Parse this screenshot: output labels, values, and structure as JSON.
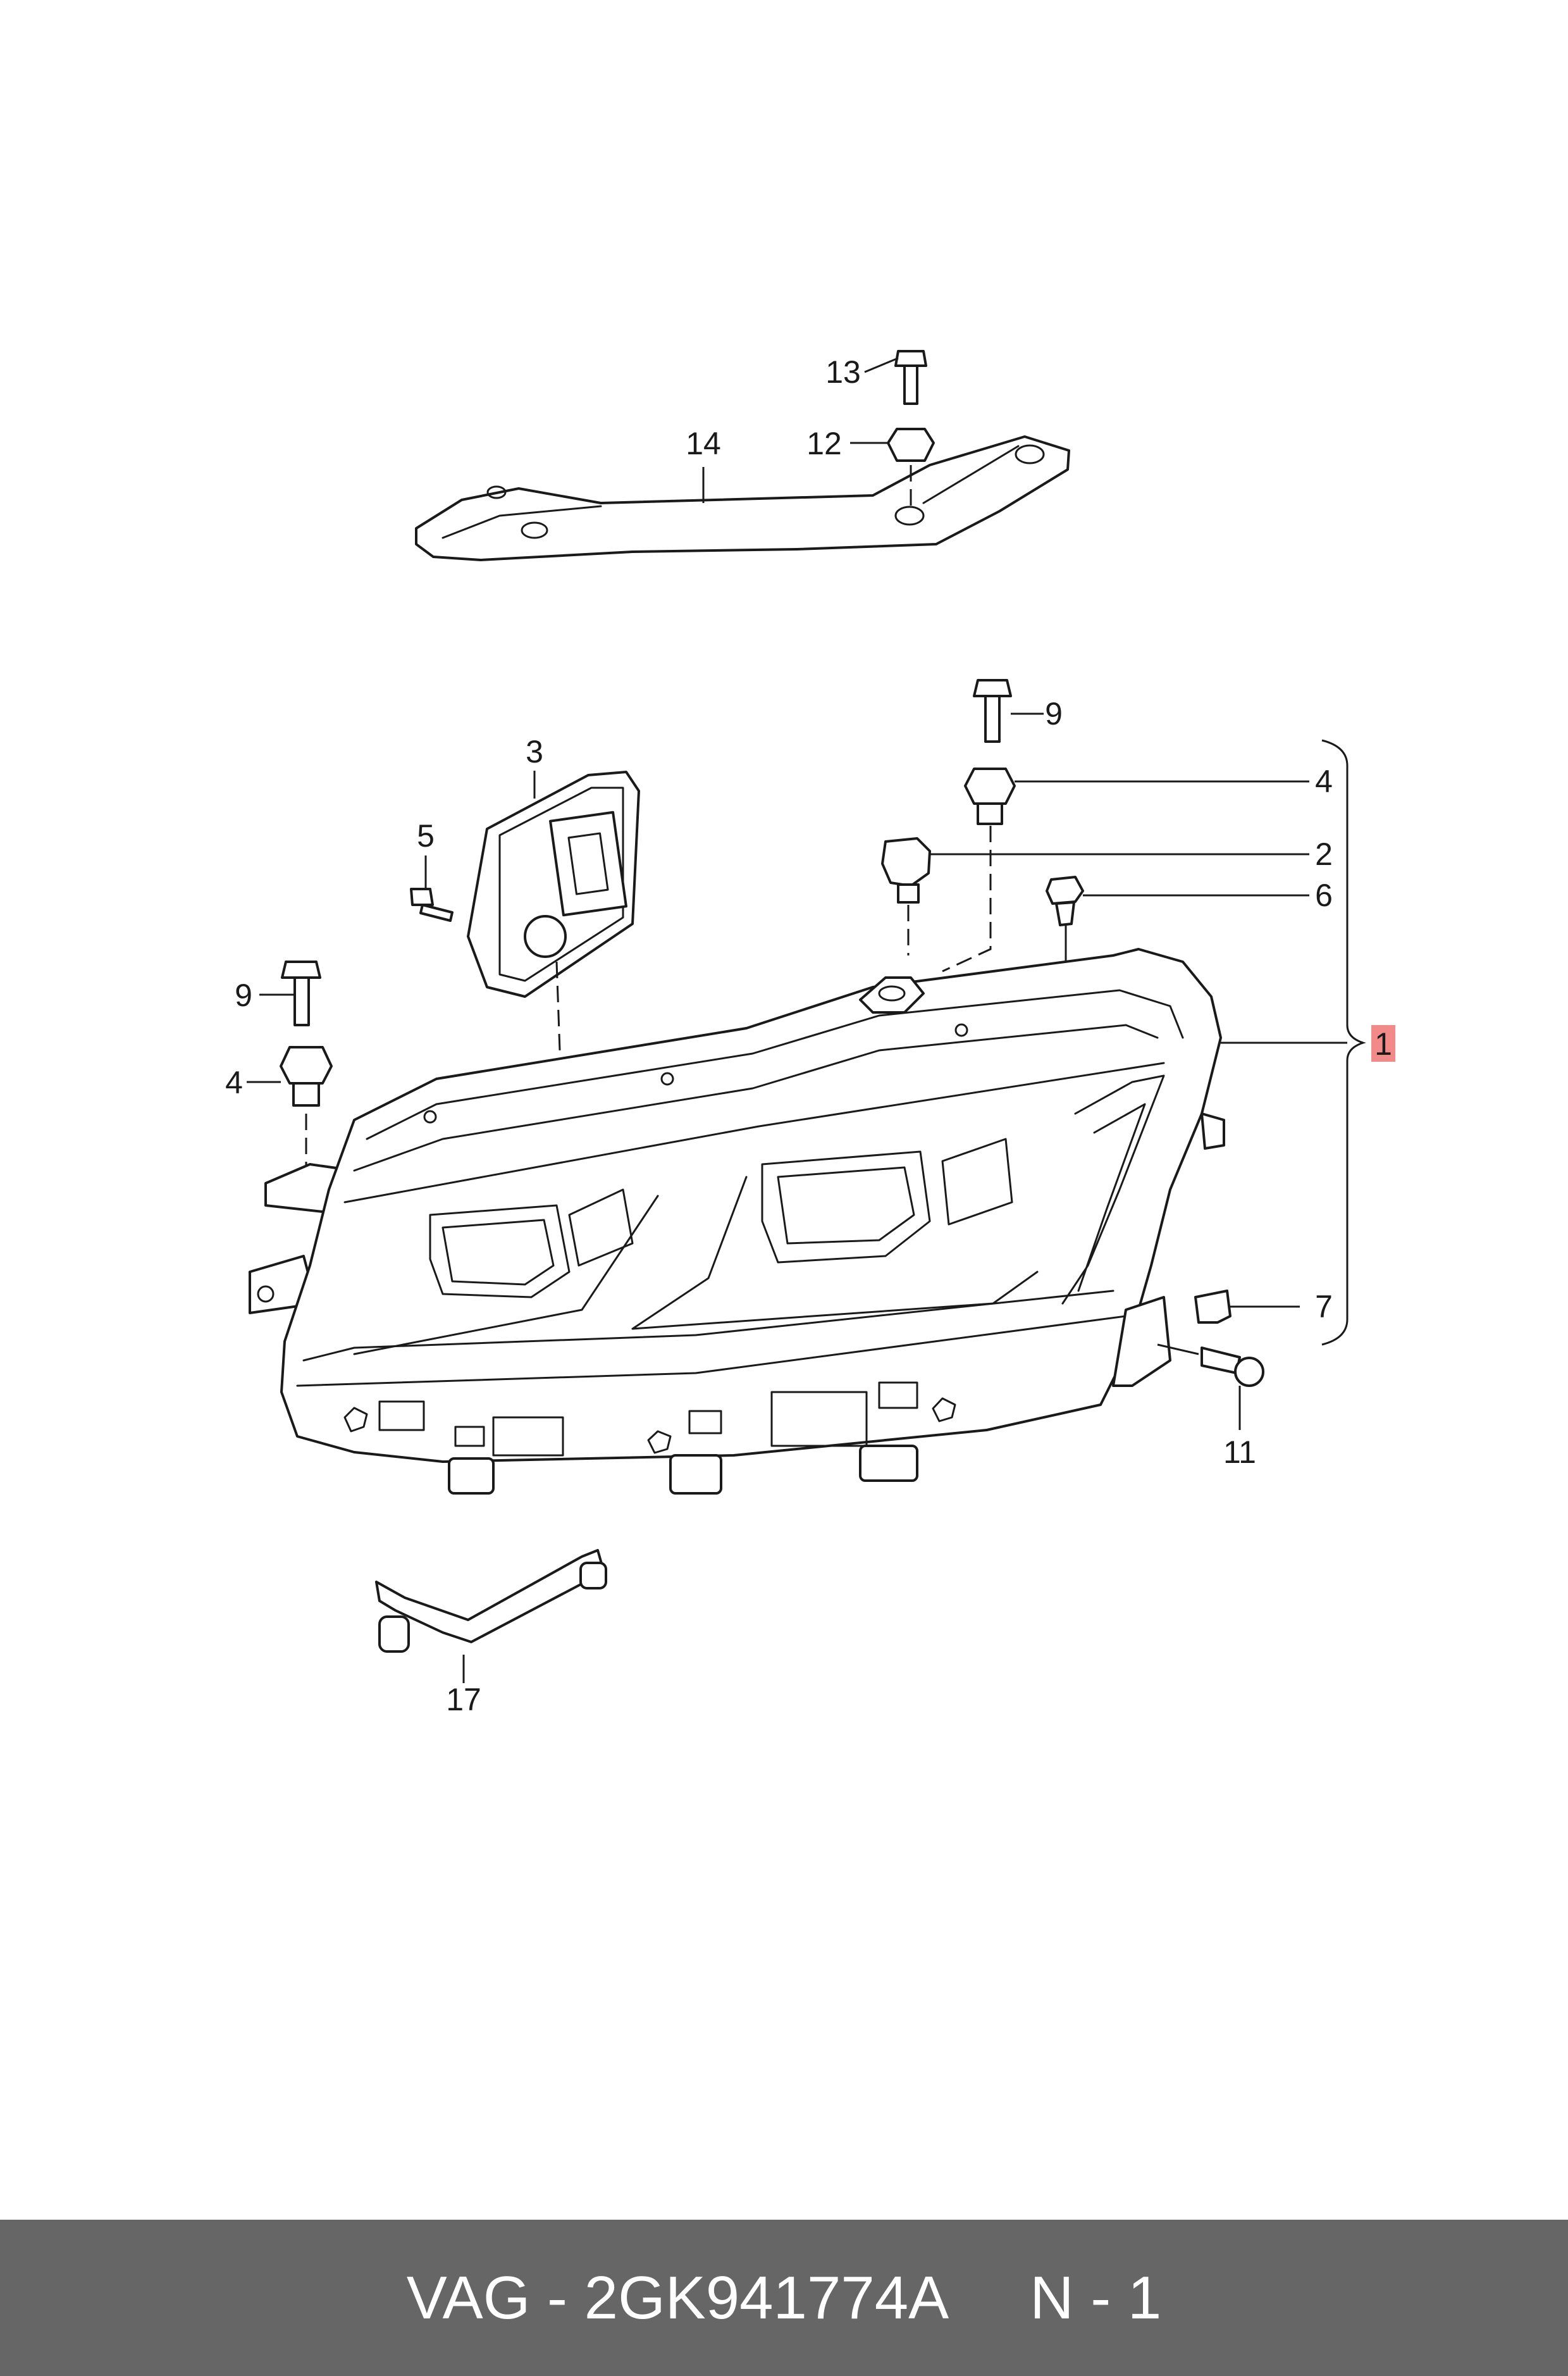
{
  "callouts": {
    "c1": "1",
    "c2": "2",
    "c3": "3",
    "c4a": "4",
    "c4b": "4",
    "c5": "5",
    "c6": "6",
    "c7": "7",
    "c9a": "9",
    "c9b": "9",
    "c11": "11",
    "c12": "12",
    "c13": "13",
    "c14": "14",
    "c17": "17"
  },
  "colors": {
    "highlight": "#f28a8a",
    "footer_bg": "#666666"
  },
  "footer": {
    "text": "VAG - 2GK941774A     N - 1"
  }
}
